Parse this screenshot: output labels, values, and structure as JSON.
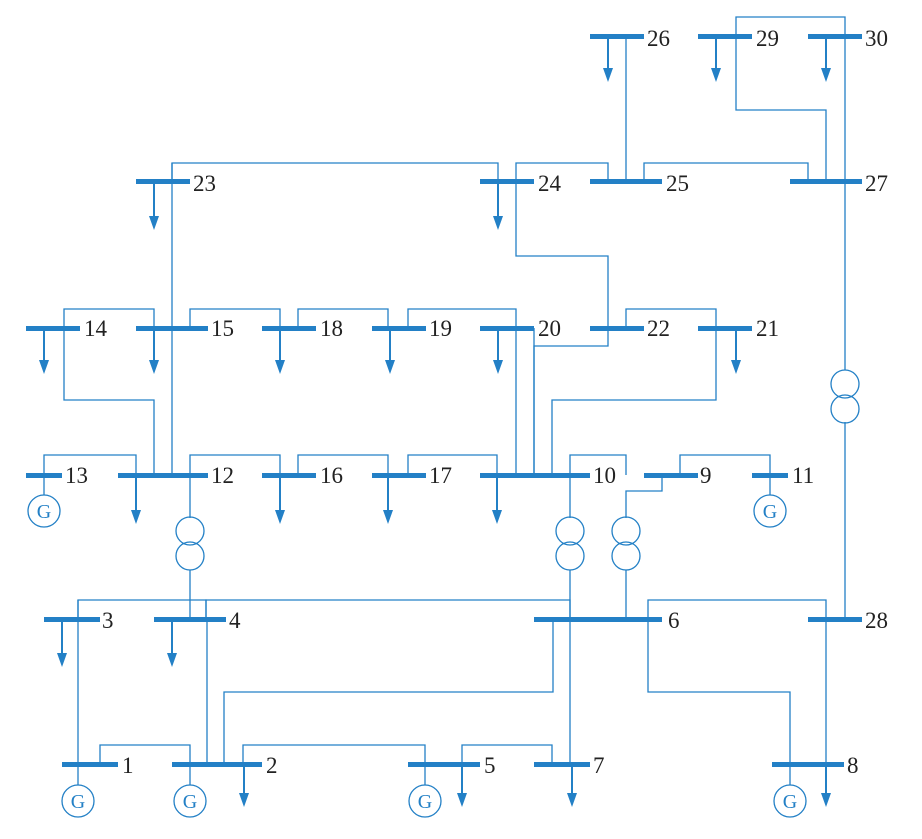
{
  "diagram": {
    "colors": {
      "line": "#2380c6",
      "bus": "#2380c6",
      "label": "#222222",
      "background": "#ffffff"
    },
    "generator_symbol": "G",
    "bus_labels": {
      "b1": "1",
      "b2": "2",
      "b3": "3",
      "b4": "4",
      "b5": "5",
      "b6": "6",
      "b7": "7",
      "b8": "8",
      "b9": "9",
      "b10": "10",
      "b11": "11",
      "b12": "12",
      "b13": "13",
      "b14": "14",
      "b15": "15",
      "b16": "16",
      "b17": "17",
      "b18": "18",
      "b19": "19",
      "b20": "20",
      "b21": "21",
      "b22": "22",
      "b23": "23",
      "b24": "24",
      "b25": "25",
      "b26": "26",
      "b27": "27",
      "b28": "28",
      "b29": "29",
      "b30": "30"
    },
    "generators_at_buses": [
      "1",
      "2",
      "5",
      "8",
      "11",
      "13"
    ],
    "transformers_between": [
      [
        "4",
        "12"
      ],
      [
        "6",
        "10"
      ],
      [
        "6",
        "9"
      ],
      [
        "28",
        "27"
      ]
    ]
  }
}
